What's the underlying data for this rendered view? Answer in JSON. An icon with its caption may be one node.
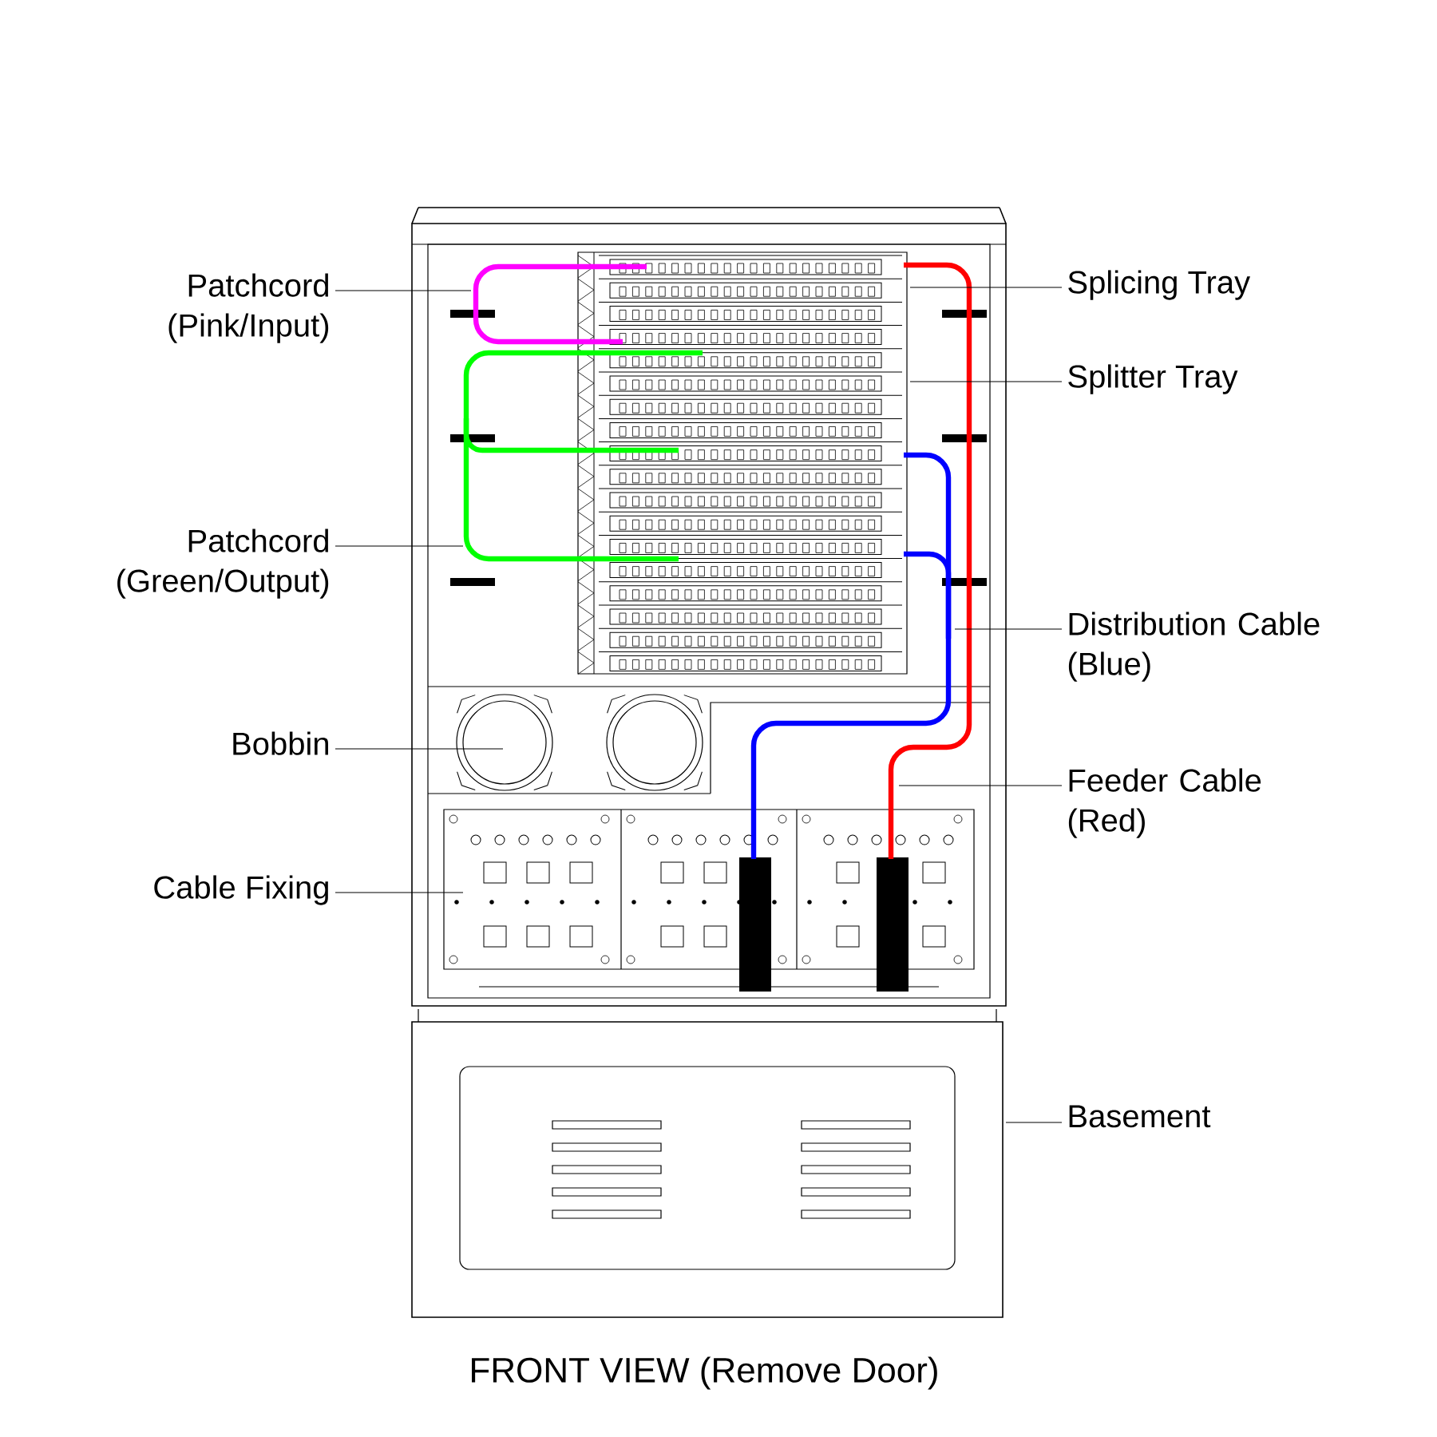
{
  "diagram": {
    "caption": "FRONT VIEW (Remove Door)",
    "nodes": [
      {
        "text": [
          "Patchcord (Pink/Input)"
        ]
      },
      {
        "text": [
          "Patchcord (Green/Output)"
        ]
      },
      {
        "text": [
          "Bobbin"
        ]
      },
      {
        "text": [
          "Cable Fixing"
        ]
      },
      {
        "text": [
          "Splicing Tray"
        ]
      },
      {
        "text": [
          "Splitter Tray"
        ]
      },
      {
        "text": [
          "Distribution Cable (Blue)"
        ]
      },
      {
        "text": [
          "Feeder Cable (Red)"
        ]
      },
      {
        "text": [
          "Basement"
        ]
      }
    ],
    "edges": [
      {
        "from": 0,
        "to": null,
        "arrow": "none"
      },
      {
        "from": 1,
        "to": null,
        "arrow": "none"
      },
      {
        "from": 2,
        "to": null,
        "arrow": "none"
      },
      {
        "from": 3,
        "to": null,
        "arrow": "none"
      },
      {
        "from": 4,
        "to": null,
        "arrow": "none"
      },
      {
        "from": 5,
        "to": null,
        "arrow": "none"
      },
      {
        "from": 6,
        "to": null,
        "arrow": "none"
      },
      {
        "from": 7,
        "to": null,
        "arrow": "none"
      },
      {
        "from": 8,
        "to": null,
        "arrow": "none"
      }
    ]
  }
}
